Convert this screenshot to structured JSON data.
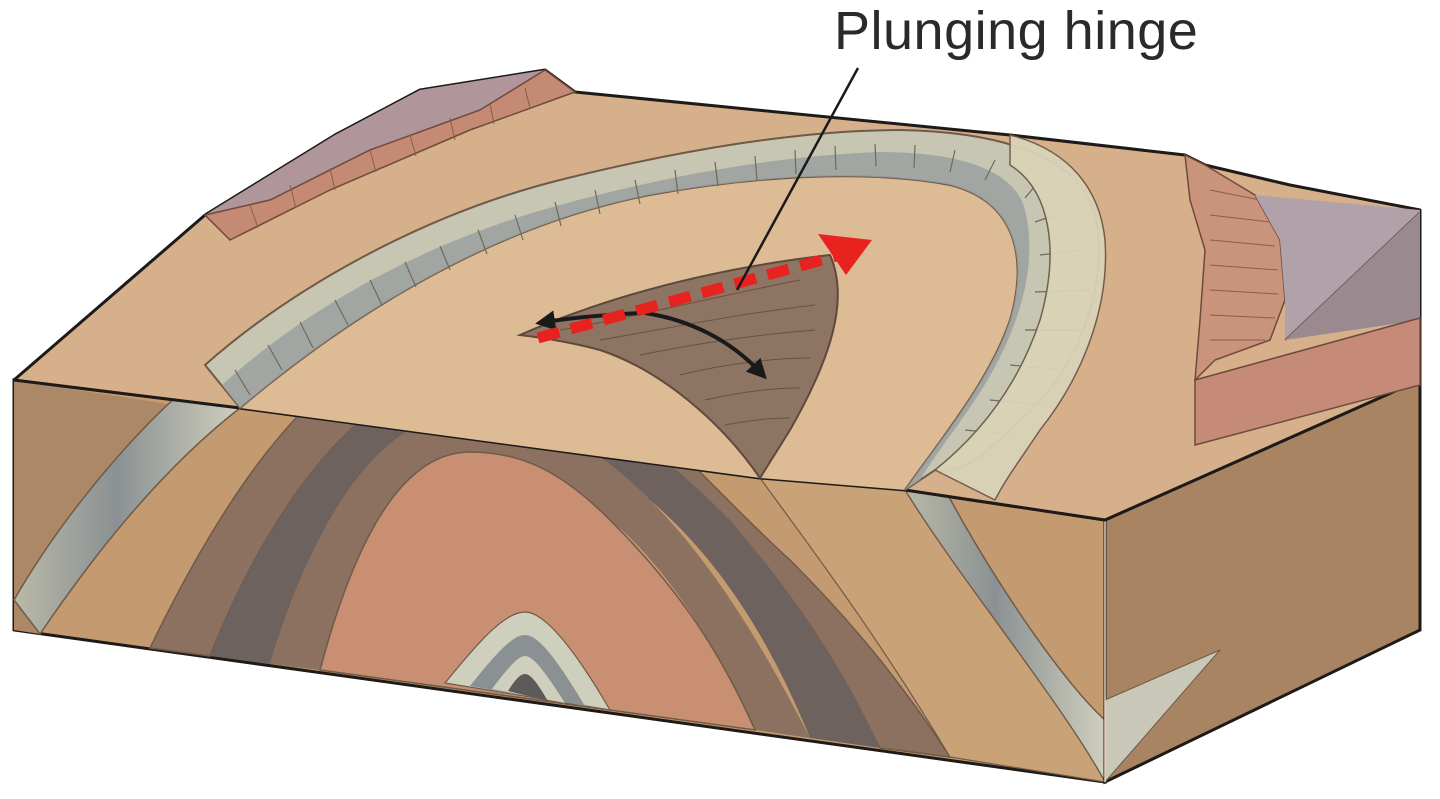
{
  "diagram": {
    "subject": "plunging anticline block diagram",
    "labels": {
      "hinge": "Plunging hinge"
    },
    "arrows": {
      "hinge_axis": {
        "style": "dashed",
        "color": "#e8231f",
        "meaning": "plunge direction of hinge line"
      },
      "limb_dip_left": {
        "style": "solid",
        "color": "#1a1a1a"
      },
      "limb_dip_right": {
        "style": "solid",
        "color": "#1a1a1a"
      }
    },
    "leader_line": {
      "color": "#1a1a1a",
      "from": "label",
      "to": "hinge-axis"
    },
    "colors": {
      "surface_tan": "#d6b08a",
      "surface_light": "#dcbb95",
      "side_tan": "#c49b70",
      "side_dark": "#a88463",
      "gray_band": "#8f9290",
      "gray_light": "#cfcfc0",
      "cream_band": "#d9d3b8",
      "dark_purple_band": "#6e625e",
      "brown_band": "#8c7160",
      "core_salmon": "#c98f72",
      "red_bed": "#c58a78",
      "lilac": "#a99a9f",
      "outline": "#1e1a18"
    }
  }
}
